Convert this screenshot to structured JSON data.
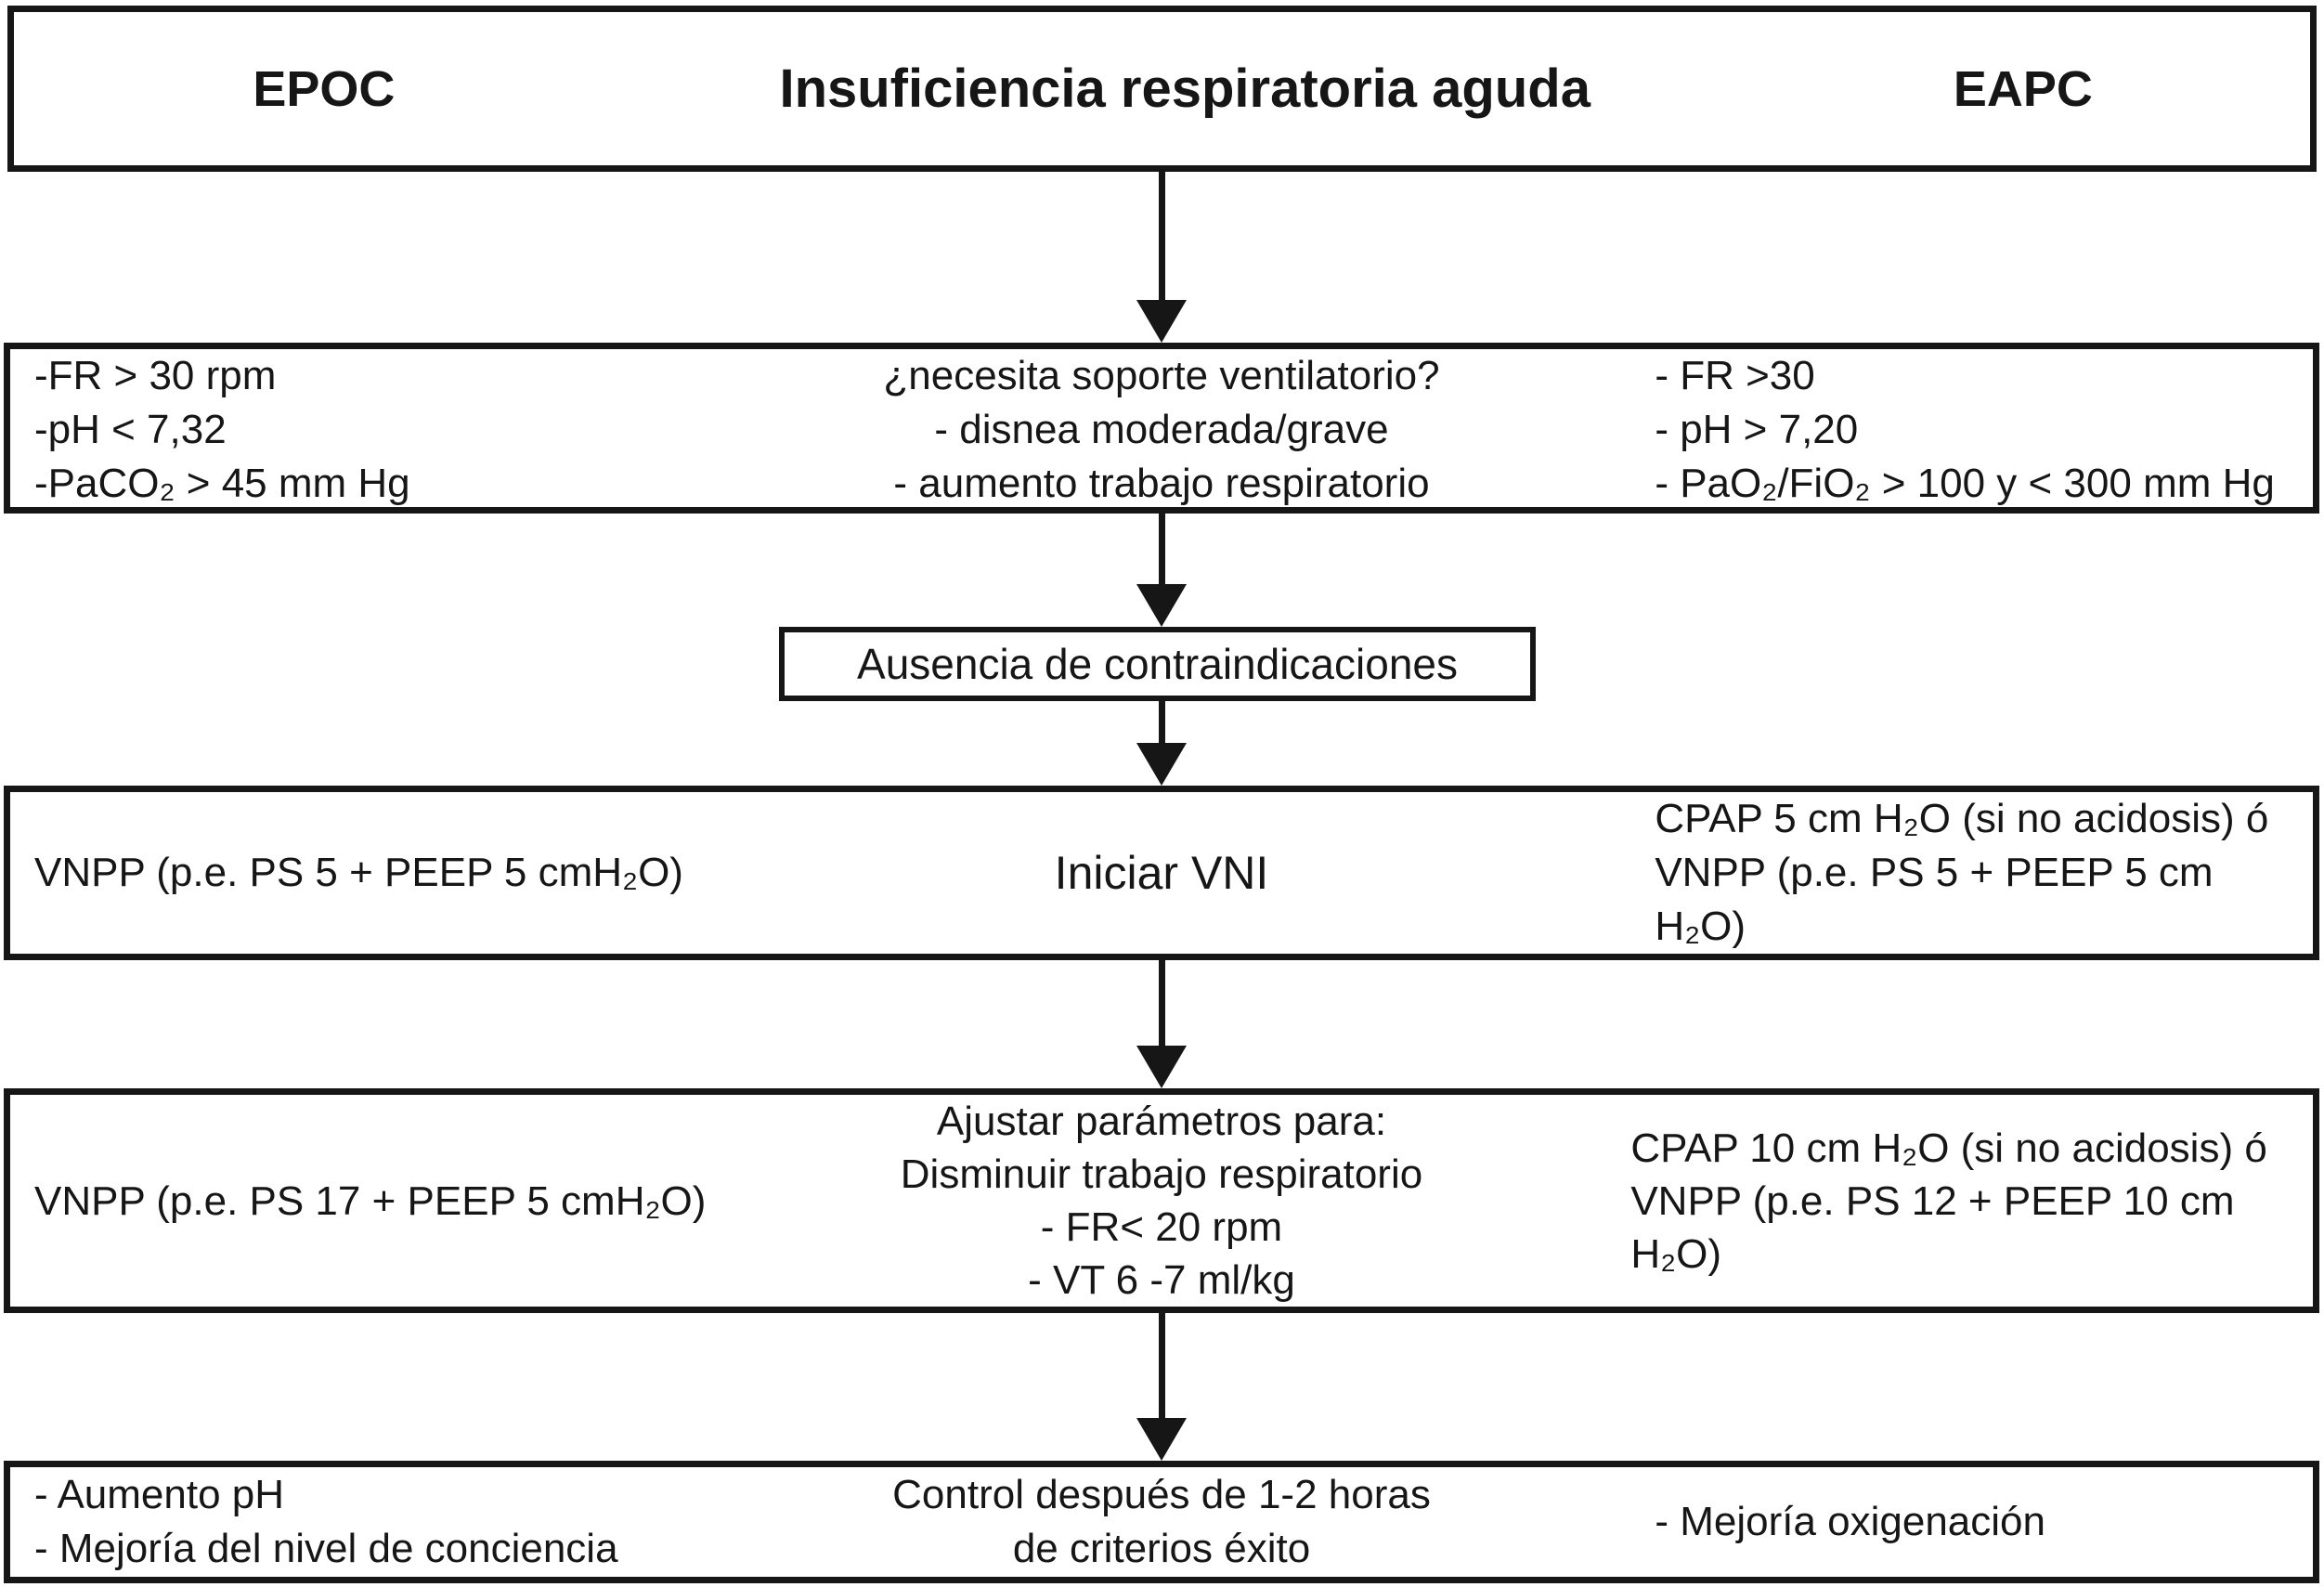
{
  "header": {
    "left": "EPOC",
    "center": "Insuficiencia respiratoria aguda",
    "right": "EAPC"
  },
  "criteria": {
    "left": [
      "-FR > 30 rpm",
      "-pH < 7,32",
      "-PaCO₂ > 45 mm Hg"
    ],
    "center": [
      "¿necesita soporte ventilatorio?",
      "- disnea moderada/grave",
      "- aumento trabajo respiratorio"
    ],
    "right": [
      "- FR >30",
      "- pH > 7,20",
      "- PaO₂/FiO₂ > 100 y < 300 mm Hg"
    ]
  },
  "contraindications": {
    "label": "Ausencia de contraindicaciones"
  },
  "start": {
    "left": [
      "VNPP (p.e. PS 5 + PEEP 5 cmH₂O)"
    ],
    "center": [
      "Iniciar VNI"
    ],
    "right": [
      "CPAP 5 cm H₂O (si no acidosis) ó",
      "VNPP (p.e. PS 5 + PEEP 5 cm H₂O)"
    ]
  },
  "adjust": {
    "left": [
      "VNPP (p.e. PS 17 + PEEP 5 cmH₂O)"
    ],
    "center": [
      "Ajustar parámetros para:",
      "Disminuir trabajo respiratorio",
      "- FR< 20 rpm",
      "- VT 6 -7 ml/kg"
    ],
    "right": [
      "CPAP 10 cm H₂O (si no acidosis) ó",
      "VNPP (p.e. PS 12 + PEEP 10 cm H₂O)"
    ]
  },
  "control": {
    "left": [
      "- Aumento pH",
      "- Mejoría del nivel de conciencia"
    ],
    "center": [
      "Control después de 1-2 horas",
      "de criterios éxito"
    ],
    "right": [
      "- Mejoría oxigenación"
    ]
  },
  "colors": {
    "ink": "#161616",
    "background": "#ffffff"
  }
}
